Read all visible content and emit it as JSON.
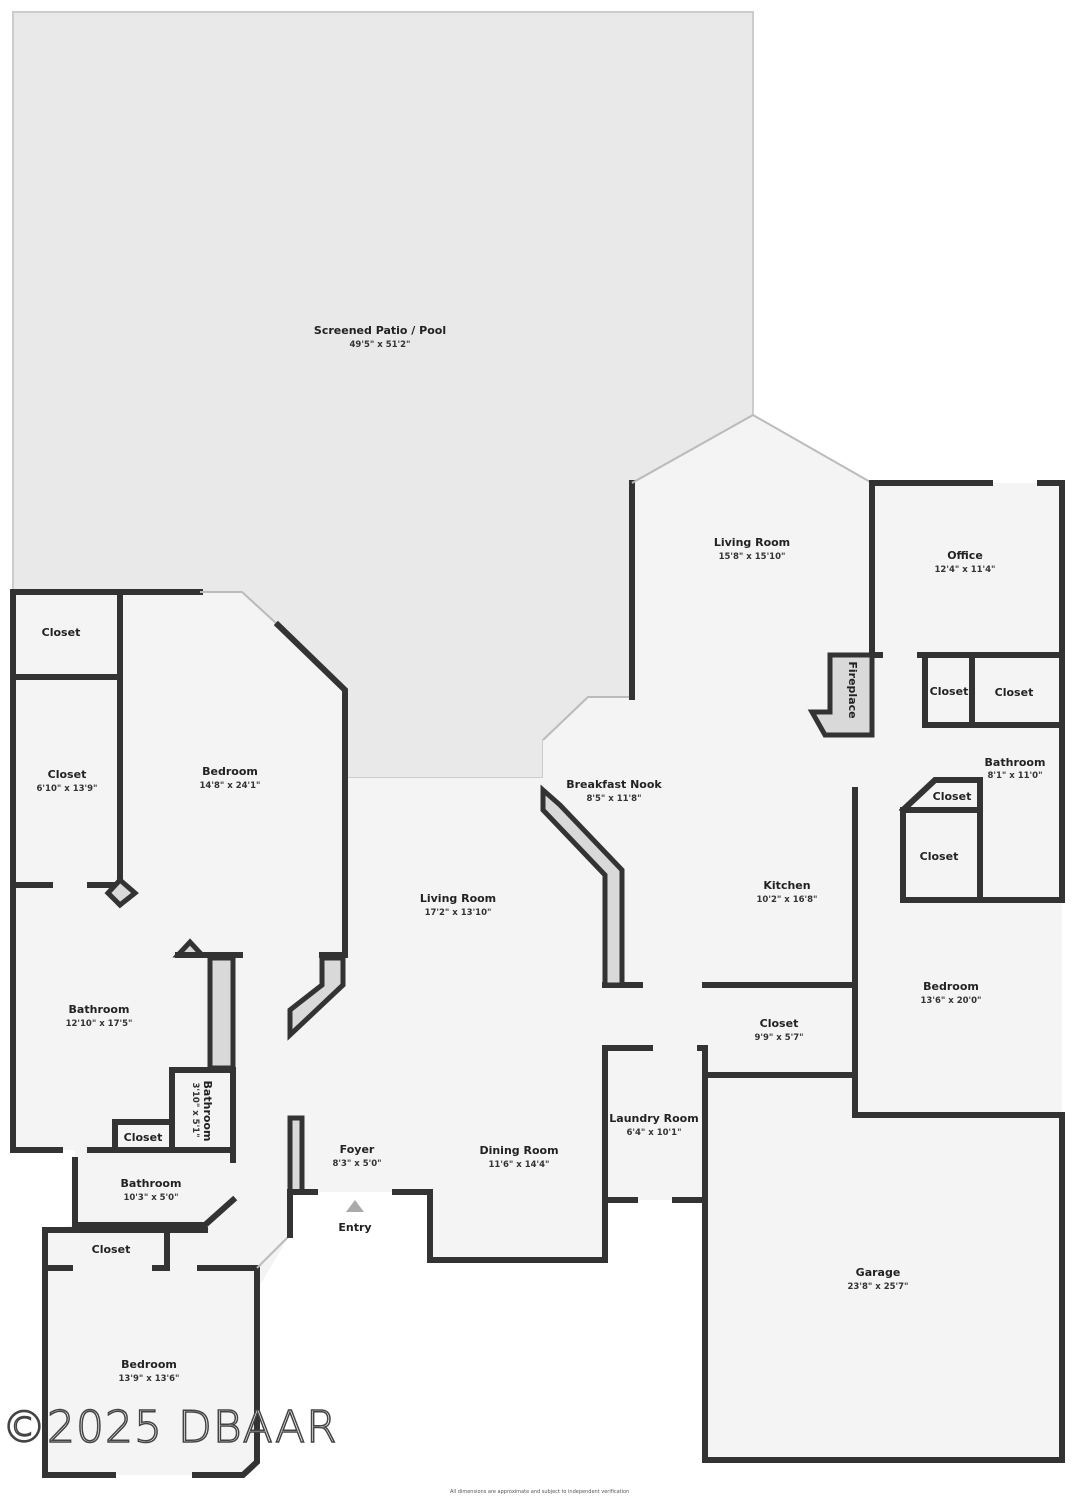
{
  "rooms": {
    "patio": {
      "name": "Screened Patio / Pool",
      "dims": "49'5\" x 51'2\""
    },
    "living_room_rear": {
      "name": "Living Room",
      "dims": "15'8\" x 15'10\""
    },
    "office": {
      "name": "Office",
      "dims": "12'4\" x 11'4\""
    },
    "fireplace": {
      "name": "Fireplace"
    },
    "closet_office_1": {
      "name": "Closet"
    },
    "closet_office_2": {
      "name": "Closet"
    },
    "bathroom_right": {
      "name": "Bathroom",
      "dims": "8'1\" x 11'0\""
    },
    "closet_bath_small": {
      "name": "Closet"
    },
    "closet_bath_large": {
      "name": "Closet"
    },
    "breakfast_nook": {
      "name": "Breakfast Nook",
      "dims": "8'5\" x 11'8\""
    },
    "kitchen": {
      "name": "Kitchen",
      "dims": "10'2\" x 16'8\""
    },
    "bedroom_right": {
      "name": "Bedroom",
      "dims": "13'6\" x 20'0\""
    },
    "closet_hall": {
      "name": "Closet",
      "dims": "9'9\" x 5'7\""
    },
    "laundry": {
      "name": "Laundry Room",
      "dims": "6'4\" x 10'1\""
    },
    "garage": {
      "name": "Garage",
      "dims": "23'8\" x 25'7\""
    },
    "living_room_main": {
      "name": "Living Room",
      "dims": "17'2\" x 13'10\""
    },
    "dining": {
      "name": "Dining Room",
      "dims": "11'6\" x 14'4\""
    },
    "foyer": {
      "name": "Foyer",
      "dims": "8'3\" x 5'0\""
    },
    "entry": {
      "name": "Entry"
    },
    "closet_top_left": {
      "name": "Closet"
    },
    "closet_walkin": {
      "name": "Closet",
      "dims": "6'10\" x 13'9\""
    },
    "bedroom_primary": {
      "name": "Bedroom",
      "dims": "14'8\" x 24'1\""
    },
    "bathroom_primary": {
      "name": "Bathroom",
      "dims": "12'10\" x 17'5\""
    },
    "bathroom_small": {
      "name": "Bathroom",
      "dims": "3'10\" x 5'1\""
    },
    "closet_small": {
      "name": "Closet"
    },
    "bathroom_hall": {
      "name": "Bathroom",
      "dims": "10'3\" x 5'0\""
    },
    "closet_bedroom_front": {
      "name": "Closet"
    },
    "bedroom_front": {
      "name": "Bedroom",
      "dims": "13'9\" x 13'6\""
    }
  },
  "watermark": "©2025 DBAAR",
  "disclaimer": "All dimensions are approximate and subject to independent verification",
  "colors": {
    "wall": "#333333",
    "floor": "#f4f4f4",
    "patio": "#e9e9e9",
    "entry_marker": "#aaaaaa"
  }
}
